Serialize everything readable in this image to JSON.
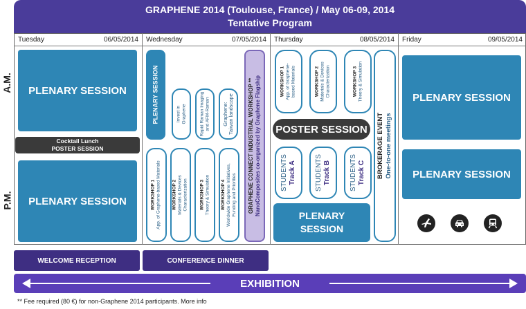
{
  "header": {
    "title": "GRAPHENE 2014 (Toulouse, France) / May 06-09, 2014",
    "subtitle": "Tentative Program"
  },
  "days": [
    {
      "name": "Tuesday",
      "date": "06/05/2014"
    },
    {
      "name": "Wednesday",
      "date": "07/05/2014"
    },
    {
      "name": "Thursday",
      "date": "08/05/2014"
    },
    {
      "name": "Friday",
      "date": "09/05/2014"
    }
  ],
  "periods": {
    "am": "A.M.",
    "pm": "P.M."
  },
  "tuesday": {
    "am_plenary": "PLENARY SESSION",
    "lunch_line1": "Cocktail Lunch",
    "lunch_line2": "POSTER SESSION",
    "pm_plenary": "PLENARY SESSION"
  },
  "wednesday": {
    "am_plenary": "PLENARY SESSION",
    "am_talks": [
      {
        "line1": "Invest in",
        "line2": "Graphene"
      },
      {
        "line1": "Rapid Raman Imaging",
        "line2": "and AFM-Raman"
      },
      {
        "line1": "Graphene:",
        "line2": "Taiwan landscape"
      }
    ],
    "pm_workshops": [
      {
        "title": "WORKSHOP 1",
        "line1": "App. of Graphene-based Materials",
        "line2": ""
      },
      {
        "title": "WORKSHOP 2",
        "line1": "Materials & Devices",
        "line2": "Characterization"
      },
      {
        "title": "WORKSHOP 3",
        "line1": "Theory & Simulation",
        "line2": ""
      },
      {
        "title": "WORKSHOP 4",
        "line1": "Worldwide Graphene Initiatives,",
        "line2": "Funding and Priorities"
      }
    ],
    "industrial_line1": "GRAPHENE CONNECT INDUSTRIAL WORKSHOP **",
    "industrial_line2": "NanoComposites co-organized by Graphene Flagship"
  },
  "thursday": {
    "am_workshops": [
      {
        "title": "WORKSHOP 1",
        "line1": "App. of Graphene-",
        "line2": "based Materials"
      },
      {
        "title": "WORKSHOP 2",
        "line1": "Materials & Devices",
        "line2": "Characterization"
      },
      {
        "title": "WORKSHOP 3",
        "line1": "Theory & Simulation",
        "line2": ""
      }
    ],
    "poster": "POSTER SESSION",
    "students": [
      {
        "label": "STUDENTS",
        "track": "Track A"
      },
      {
        "label": "STUDENTS",
        "track": "Track B"
      },
      {
        "label": "STUDENTS",
        "track": "Track C"
      }
    ],
    "plenary_line1": "PLENARY",
    "plenary_line2": "SESSION",
    "brokerage_line1": "BROKERAGE EVENT",
    "brokerage_line2": "One-to-one meetings"
  },
  "friday": {
    "am_plenary": "PLENARY SESSION",
    "pm_plenary": "PLENARY SESSION",
    "icons": [
      "plane-icon",
      "car-icon",
      "train-icon"
    ]
  },
  "events": {
    "welcome": "WELCOME RECEPTION",
    "dinner": "CONFERENCE DINNER"
  },
  "exhibition": "EXHIBITION",
  "footer": "** Fee required (80 €) for non-Graphene 2014 participants. More info",
  "colors": {
    "header": "#4a3c9a",
    "plenary": "#2e86b5",
    "exhibition": "#5a3eb8",
    "dark": "#3a3a3a"
  }
}
